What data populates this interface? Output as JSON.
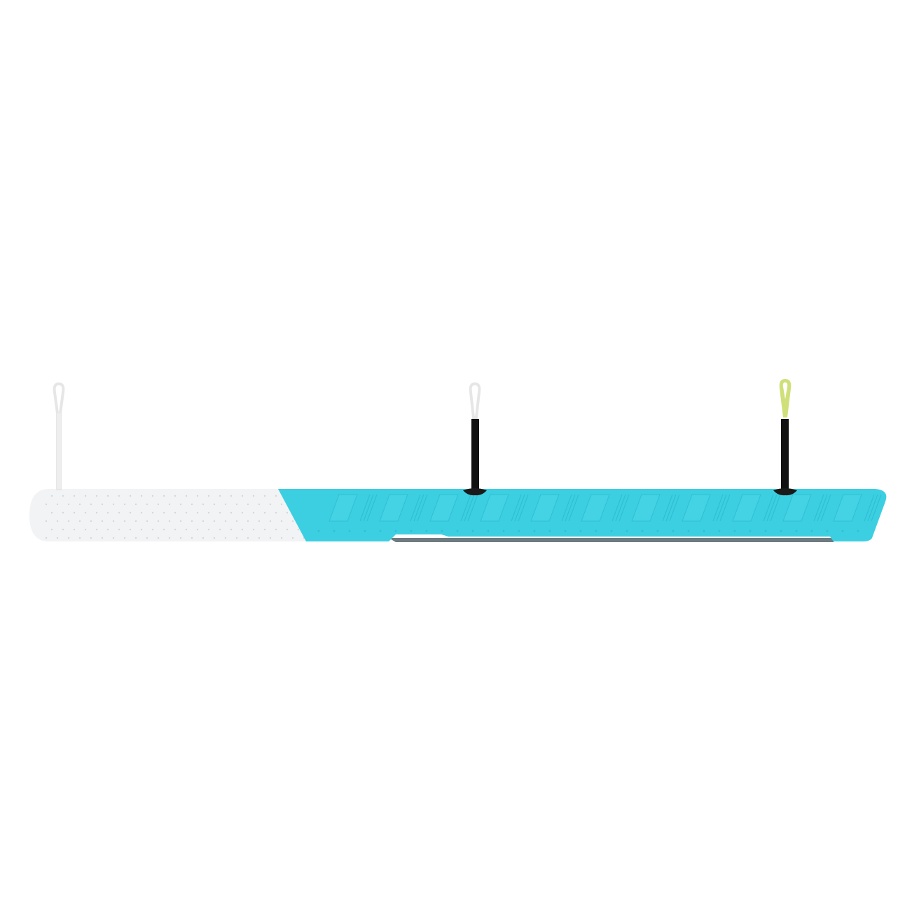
{
  "product": {
    "colors": {
      "background": "#ffffff",
      "grip_white": "#f2f3f5",
      "body_blue": "#3ccfe2",
      "body_blue_dark": "#2fbfd3",
      "rod_black": "#111111",
      "loop_white": "#eeeeee",
      "loop_green": "#cfe07a",
      "shadow": "#4a5a60"
    },
    "attachments": [
      {
        "loop_color": "white",
        "rod": false
      },
      {
        "loop_color": "white",
        "rod": true
      },
      {
        "loop_color": "lime-green",
        "rod": true
      }
    ]
  }
}
